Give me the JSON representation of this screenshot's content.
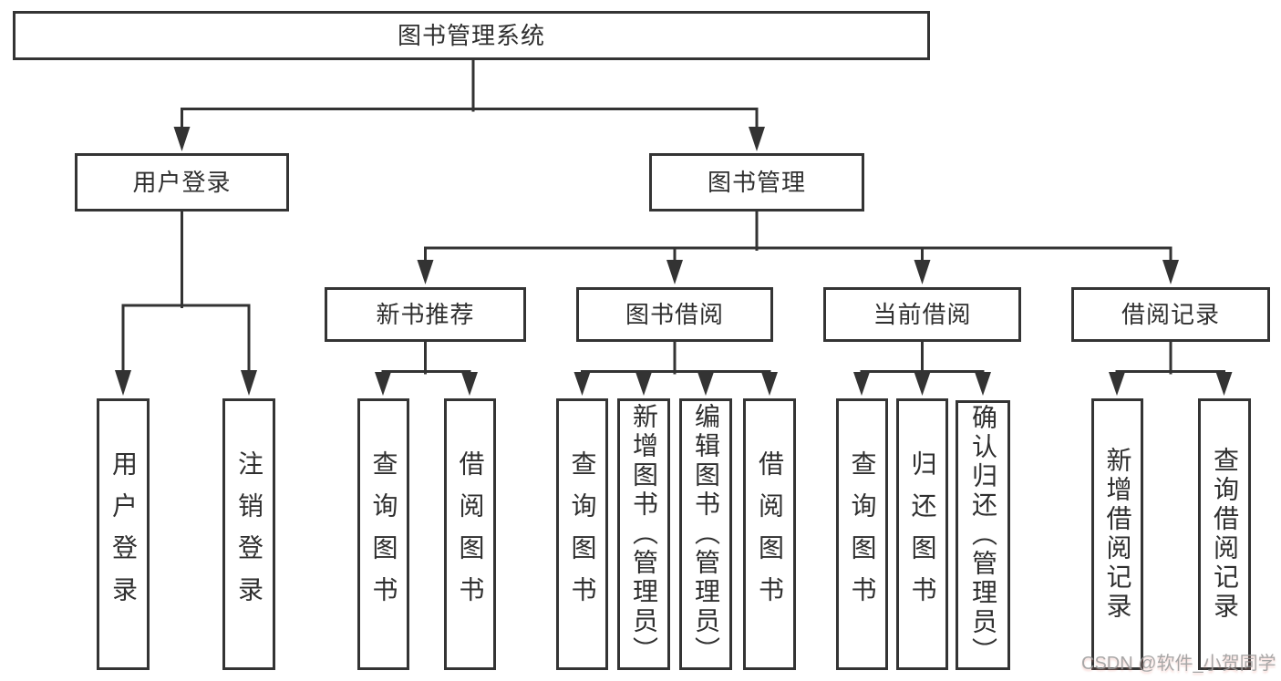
{
  "tree": {
    "label": "图书管理系统",
    "children": [
      {
        "label": "用户登录",
        "children": [
          {
            "label": "用户登录"
          },
          {
            "label": "注销登录"
          }
        ]
      },
      {
        "label": "图书管理",
        "children": [
          {
            "label": "新书推荐",
            "children": [
              {
                "label": "查询图书"
              },
              {
                "label": "借阅图书"
              }
            ]
          },
          {
            "label": "图书借阅",
            "children": [
              {
                "label": "查询图书"
              },
              {
                "label": "新增图书（管理员）"
              },
              {
                "label": "编辑图书（管理员）"
              },
              {
                "label": "借阅图书"
              }
            ]
          },
          {
            "label": "当前借阅",
            "children": [
              {
                "label": "查询图书"
              },
              {
                "label": "归还图书"
              },
              {
                "label": "确认归还（管理员）"
              }
            ]
          },
          {
            "label": "借阅记录",
            "children": [
              {
                "label": "新增借阅记录"
              },
              {
                "label": "查询借阅记录"
              }
            ]
          }
        ]
      }
    ]
  },
  "watermark": {
    "text": "CSDN @软件_小贺同学",
    "color": "#9c9c9c"
  },
  "colors": {
    "line": "#333333",
    "box_border": "#343434",
    "box_background": "#ffffff",
    "text": "#2f2f2f",
    "canvas_background": "#ffffff"
  }
}
